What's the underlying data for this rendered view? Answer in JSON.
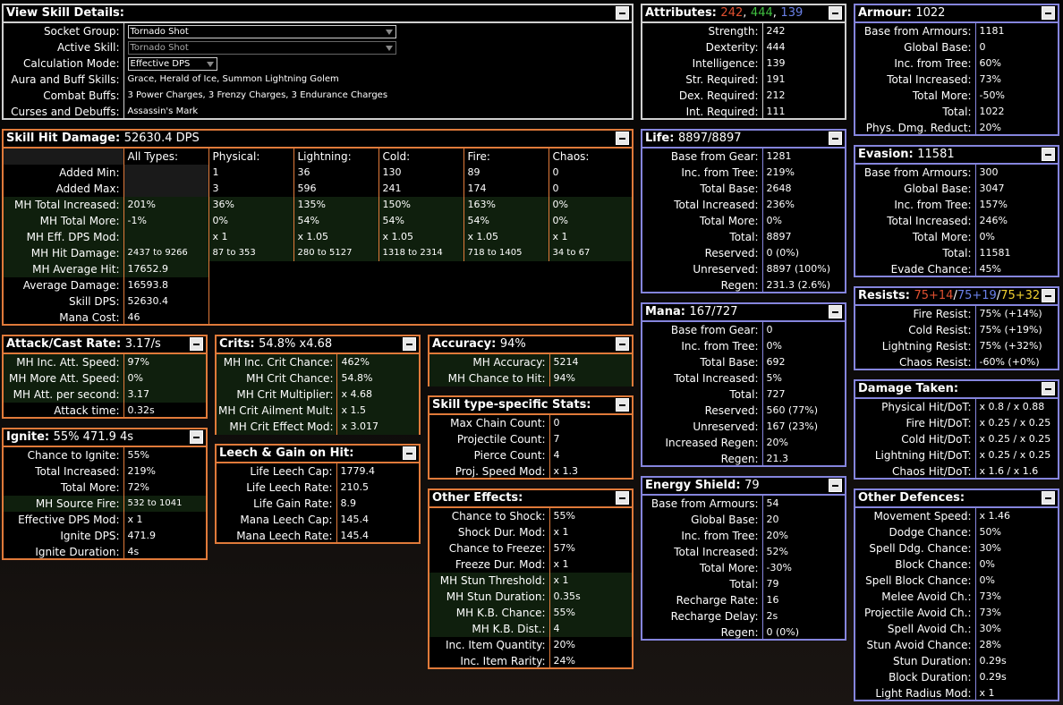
{
  "view_skill": {
    "title": "View Skill Details:",
    "rows": [
      {
        "label": "Socket Group:",
        "value": "Tornado Shot"
      },
      {
        "label": "Active Skill:",
        "value": "Tornado Shot"
      },
      {
        "label": "Calculation Mode:",
        "value": "Effective DPS"
      },
      {
        "label": "Aura and Buff Skills:",
        "value": "Grace, Herald of Ice, Summon Lightning Golem"
      },
      {
        "label": "Combat Buffs:",
        "value": "3 Power Charges, 3 Frenzy Charges, 3 Endurance Charges"
      },
      {
        "label": "Curses and Debuffs:",
        "value": "Assassin's Mark"
      }
    ]
  },
  "skill_hit": {
    "title": "Skill Hit Damage:",
    "value": "52630.4 DPS",
    "columns": [
      "All Types:",
      "Physical:",
      "Lightning:",
      "Cold:",
      "Fire:",
      "Chaos:"
    ],
    "rows": [
      {
        "label": "Added Min:",
        "cells": [
          "",
          "1",
          "36",
          "130",
          "89",
          "0"
        ]
      },
      {
        "label": "Added Max:",
        "cells": [
          "",
          "3",
          "596",
          "241",
          "174",
          "0"
        ]
      },
      {
        "label": "MH Total Increased:",
        "cells": [
          "201%",
          "36%",
          "135%",
          "150%",
          "163%",
          "0%"
        ]
      },
      {
        "label": "MH Total More:",
        "cells": [
          "-1%",
          "0%",
          "54%",
          "54%",
          "54%",
          "0%"
        ]
      },
      {
        "label": "MH Eff. DPS Mod:",
        "cells": [
          "",
          "x 1",
          "x 1.05",
          "x 1.05",
          "x 1.05",
          "x 1"
        ]
      },
      {
        "label": "MH Hit Damage:",
        "cells": [
          "2437 to 9266",
          "87 to 353",
          "280 to 5127",
          "1318 to 2314",
          "718 to 1405",
          "34 to 67"
        ]
      },
      {
        "label": "MH Average Hit:",
        "cells": [
          "17652.9"
        ]
      },
      {
        "label": "Average Damage:",
        "cells": [
          "16593.8"
        ]
      },
      {
        "label": "Skill DPS:",
        "cells": [
          "52630.4"
        ]
      },
      {
        "label": "Mana Cost:",
        "cells": [
          "46"
        ]
      }
    ]
  },
  "attack_rate": {
    "title": "Attack/Cast Rate:",
    "value": "3.17/s",
    "rows": [
      {
        "label": "MH Inc. Att. Speed:",
        "value": "97%"
      },
      {
        "label": "MH More Att. Speed:",
        "value": "0%"
      },
      {
        "label": "MH Att. per second:",
        "value": "3.17"
      },
      {
        "label": "Attack time:",
        "value": "0.32s"
      }
    ]
  },
  "crits": {
    "title": "Crits:",
    "value": "54.8% x4.68",
    "rows": [
      {
        "label": "MH Inc. Crit Chance:",
        "value": "462%"
      },
      {
        "label": "MH Crit Chance:",
        "value": "54.8%"
      },
      {
        "label": "MH Crit Multiplier:",
        "value": "x 4.68"
      },
      {
        "label": "MH Crit Ailment Mult:",
        "value": "x 1.5"
      },
      {
        "label": "MH Crit Effect Mod:",
        "value": "x 3.017"
      }
    ]
  },
  "accuracy": {
    "title": "Accuracy:",
    "value": "94%",
    "rows": [
      {
        "label": "MH Accuracy:",
        "value": "5214"
      },
      {
        "label": "MH Chance to Hit:",
        "value": "94%"
      }
    ]
  },
  "ignite": {
    "title": "Ignite:",
    "value": "55% 471.9 4s",
    "rows": [
      {
        "label": "Chance to Ignite:",
        "value": "55%"
      },
      {
        "label": "Total Increased:",
        "value": "219%"
      },
      {
        "label": "Total More:",
        "value": "72%"
      },
      {
        "label": "MH Source Fire:",
        "value": "532 to 1041"
      },
      {
        "label": "Effective DPS Mod:",
        "value": "x 1"
      },
      {
        "label": "Ignite DPS:",
        "value": "471.9"
      },
      {
        "label": "Ignite Duration:",
        "value": "4s"
      }
    ]
  },
  "leech": {
    "title": "Leech & Gain on Hit:",
    "rows": [
      {
        "label": "Life Leech Cap:",
        "value": "1779.4"
      },
      {
        "label": "Life Leech Rate:",
        "value": "210.5"
      },
      {
        "label": "Life Gain Rate:",
        "value": "8.9"
      },
      {
        "label": "Mana Leech Cap:",
        "value": "145.4"
      },
      {
        "label": "Mana Leech Rate:",
        "value": "145.4"
      }
    ]
  },
  "skill_type": {
    "title": "Skill type-specific Stats:",
    "rows": [
      {
        "label": "Max Chain Count:",
        "value": "0"
      },
      {
        "label": "Projectile Count:",
        "value": "7"
      },
      {
        "label": "Pierce Count:",
        "value": "4"
      },
      {
        "label": "Proj. Speed Mod:",
        "value": "x 1.3"
      }
    ]
  },
  "other_effects": {
    "title": "Other Effects:",
    "rows": [
      {
        "label": "Chance to Shock:",
        "value": "55%"
      },
      {
        "label": "Shock Dur. Mod:",
        "value": "x 1"
      },
      {
        "label": "Chance to Freeze:",
        "value": "57%"
      },
      {
        "label": "Freeze Dur. Mod:",
        "value": "x 1"
      },
      {
        "label": "MH Stun Threshold:",
        "value": "x 1"
      },
      {
        "label": "MH Stun Duration:",
        "value": "0.35s"
      },
      {
        "label": "MH K.B. Chance:",
        "value": "55%"
      },
      {
        "label": "MH K.B. Dist.:",
        "value": "4"
      },
      {
        "label": "Inc. Item Quantity:",
        "value": "20%"
      },
      {
        "label": "Inc. Item Rarity:",
        "value": "24%"
      }
    ]
  },
  "attributes": {
    "title": "Attributes:",
    "str": "242",
    "dex": "444",
    "int": "139",
    "sep": ",",
    "rows": [
      {
        "label": "Strength:",
        "value": "242"
      },
      {
        "label": "Dexterity:",
        "value": "444"
      },
      {
        "label": "Intelligence:",
        "value": "139"
      },
      {
        "label": "Str. Required:",
        "value": "191"
      },
      {
        "label": "Dex. Required:",
        "value": "212"
      },
      {
        "label": "Int. Required:",
        "value": "111"
      }
    ]
  },
  "life": {
    "title": "Life:",
    "value": "8897/8897",
    "rows": [
      {
        "label": "Base from Gear:",
        "value": "1281"
      },
      {
        "label": "Inc. from Tree:",
        "value": "219%"
      },
      {
        "label": "Total Base:",
        "value": "2648"
      },
      {
        "label": "Total Increased:",
        "value": "236%"
      },
      {
        "label": "Total More:",
        "value": "0%"
      },
      {
        "label": "Total:",
        "value": "8897"
      },
      {
        "label": "Reserved:",
        "value": "0 (0%)"
      },
      {
        "label": "Unreserved:",
        "value": "8897 (100%)"
      },
      {
        "label": "Regen:",
        "value": "231.3 (2.6%)"
      }
    ]
  },
  "mana": {
    "title": "Mana:",
    "value": "167/727",
    "rows": [
      {
        "label": "Base from Gear:",
        "value": "0"
      },
      {
        "label": "Inc. from Tree:",
        "value": "0%"
      },
      {
        "label": "Total Base:",
        "value": "692"
      },
      {
        "label": "Total Increased:",
        "value": "5%"
      },
      {
        "label": "Total:",
        "value": "727"
      },
      {
        "label": "Reserved:",
        "value": "560 (77%)"
      },
      {
        "label": "Unreserved:",
        "value": "167 (23%)"
      },
      {
        "label": "Increased Regen:",
        "value": "20%"
      },
      {
        "label": "Regen:",
        "value": "21.3"
      }
    ]
  },
  "energy_shield": {
    "title": "Energy Shield:",
    "value": "79",
    "rows": [
      {
        "label": "Base from Armours:",
        "value": "54"
      },
      {
        "label": "Global Base:",
        "value": "20"
      },
      {
        "label": "Inc. from Tree:",
        "value": "20%"
      },
      {
        "label": "Total Increased:",
        "value": "52%"
      },
      {
        "label": "Total More:",
        "value": "-30%"
      },
      {
        "label": "Total:",
        "value": "79"
      },
      {
        "label": "Recharge Rate:",
        "value": "16"
      },
      {
        "label": "Recharge Delay:",
        "value": "2s"
      },
      {
        "label": "Regen:",
        "value": "0 (0%)"
      }
    ]
  },
  "armour": {
    "title": "Armour:",
    "value": "1022",
    "rows": [
      {
        "label": "Base from Armours:",
        "value": "1181"
      },
      {
        "label": "Global Base:",
        "value": "0"
      },
      {
        "label": "Inc. from Tree:",
        "value": "60%"
      },
      {
        "label": "Total Increased:",
        "value": "73%"
      },
      {
        "label": "Total More:",
        "value": "-50%"
      },
      {
        "label": "Total:",
        "value": "1022"
      },
      {
        "label": "Phys. Dmg. Reduct:",
        "value": "20%"
      }
    ]
  },
  "evasion": {
    "title": "Evasion:",
    "value": "11581",
    "rows": [
      {
        "label": "Base from Armours:",
        "value": "300"
      },
      {
        "label": "Global Base:",
        "value": "3047"
      },
      {
        "label": "Inc. from Tree:",
        "value": "157%"
      },
      {
        "label": "Total Increased:",
        "value": "246%"
      },
      {
        "label": "Total More:",
        "value": "0%"
      },
      {
        "label": "Total:",
        "value": "11581"
      },
      {
        "label": "Evade Chance:",
        "value": "45%"
      }
    ]
  },
  "resists": {
    "title": "Resists:",
    "fire": "75+14",
    "cold": "75+19",
    "lightning": "75+32",
    "sep": "/",
    "rows": [
      {
        "label": "Fire Resist:",
        "value": "75% (+14%)"
      },
      {
        "label": "Cold Resist:",
        "value": "75% (+19%)"
      },
      {
        "label": "Lightning Resist:",
        "value": "75% (+32%)"
      },
      {
        "label": "Chaos Resist:",
        "value": "-60% (+0%)"
      }
    ]
  },
  "damage_taken": {
    "title": "Damage Taken:",
    "rows": [
      {
        "label": "Physical Hit/DoT:",
        "value": "x 0.8 / x 0.88"
      },
      {
        "label": "Fire Hit/DoT:",
        "value": "x 0.25 / x 0.25"
      },
      {
        "label": "Cold Hit/DoT:",
        "value": "x 0.25 / x 0.25"
      },
      {
        "label": "Lightning Hit/DoT:",
        "value": "x 0.25 / x 0.25"
      },
      {
        "label": "Chaos Hit/DoT:",
        "value": "x 1.6 / x 1.6"
      }
    ]
  },
  "other_defences": {
    "title": "Other Defences:",
    "rows": [
      {
        "label": "Movement Speed:",
        "value": "x 1.46"
      },
      {
        "label": "Dodge Chance:",
        "value": "50%"
      },
      {
        "label": "Spell Ddg. Chance:",
        "value": "30%"
      },
      {
        "label": "Block Chance:",
        "value": "0%"
      },
      {
        "label": "Spell Block Chance:",
        "value": "0%"
      },
      {
        "label": "Melee Avoid Ch.:",
        "value": "73%"
      },
      {
        "label": "Projectile Avoid Ch.:",
        "value": "73%"
      },
      {
        "label": "Spell Avoid Ch.:",
        "value": "30%"
      },
      {
        "label": "Stun Avoid Chance:",
        "value": "28%"
      },
      {
        "label": "Stun Duration:",
        "value": "0.29s"
      },
      {
        "label": "Block Duration:",
        "value": "0.29s"
      },
      {
        "label": "Light Radius Mod:",
        "value": "x 1"
      }
    ]
  },
  "colors": {
    "section_damage": "#e07a3a",
    "section_defence": "#8585dd",
    "section_setup": "#d0d0d0",
    "strength": "#e05030",
    "dexterity": "#40c040",
    "intelligence": "#6a80e8",
    "lightning": "#f0d030",
    "highlight_row": "#0f1f0d"
  },
  "icons": {
    "collapse": "minus-icon",
    "dropdown": "chevron-down-icon"
  }
}
